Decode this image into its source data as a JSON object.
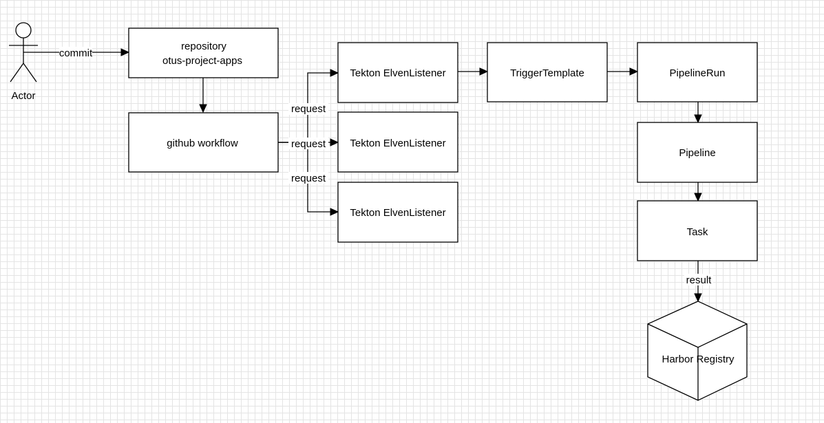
{
  "actor": {
    "label": "Actor"
  },
  "nodes": {
    "repository": {
      "line1": "repository",
      "line2": "otus-project-apps"
    },
    "github_workflow": {
      "label": "github workflow"
    },
    "listener_1": {
      "label": "Tekton ElvenListener"
    },
    "listener_2": {
      "label": "Tekton ElvenListener"
    },
    "listener_3": {
      "label": "Tekton ElvenListener"
    },
    "trigger_template": {
      "label": "TriggerTemplate"
    },
    "pipeline_run": {
      "label": "PipelineRun"
    },
    "pipeline": {
      "label": "Pipeline"
    },
    "task": {
      "label": "Task"
    },
    "harbor_registry": {
      "label": "Harbor Registry"
    }
  },
  "edges": {
    "commit": "commit",
    "request_1": "request",
    "request_2": "request",
    "request_3": "request",
    "result": "result"
  }
}
